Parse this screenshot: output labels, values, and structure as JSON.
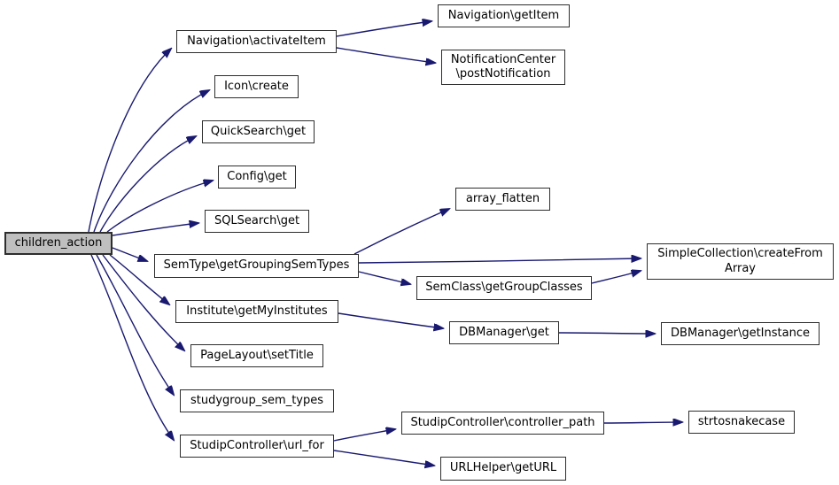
{
  "diagram": {
    "type": "call-graph",
    "background": "#ffffff",
    "edge_color": "#191970",
    "node_border_color": "#2e2e2e",
    "node_fill": "#ffffff",
    "highlight_fill": "#bfbfbf",
    "text_color": "#000000"
  },
  "nodes": [
    {
      "id": "children_action",
      "label": "children_action",
      "highlighted": true
    },
    {
      "id": "navigation_activateitem",
      "label": "Navigation\\activateItem",
      "highlighted": false
    },
    {
      "id": "navigation_getitem",
      "label": "Navigation\\getItem",
      "highlighted": false
    },
    {
      "id": "notificationcenter_postnotification",
      "label": "NotificationCenter\n\\postNotification",
      "highlighted": false
    },
    {
      "id": "icon_create",
      "label": "Icon\\create",
      "highlighted": false
    },
    {
      "id": "quicksearch_get",
      "label": "QuickSearch\\get",
      "highlighted": false
    },
    {
      "id": "config_get",
      "label": "Config\\get",
      "highlighted": false
    },
    {
      "id": "sqlsearch_get",
      "label": "SQLSearch\\get",
      "highlighted": false
    },
    {
      "id": "semtype_getgroupingsemtypes",
      "label": "SemType\\getGroupingSemTypes",
      "highlighted": false
    },
    {
      "id": "array_flatten",
      "label": "array_flatten",
      "highlighted": false
    },
    {
      "id": "simplecollection_createfromarray",
      "label": "SimpleCollection\\createFrom\nArray",
      "highlighted": false
    },
    {
      "id": "semclass_getgroupclasses",
      "label": "SemClass\\getGroupClasses",
      "highlighted": false
    },
    {
      "id": "institute_getmyinstitutes",
      "label": "Institute\\getMyInstitutes",
      "highlighted": false
    },
    {
      "id": "dbmanager_get",
      "label": "DBManager\\get",
      "highlighted": false
    },
    {
      "id": "dbmanager_getinstance",
      "label": "DBManager\\getInstance",
      "highlighted": false
    },
    {
      "id": "pagelayout_settitle",
      "label": "PageLayout\\setTitle",
      "highlighted": false
    },
    {
      "id": "studygroup_sem_types",
      "label": "studygroup_sem_types",
      "highlighted": false
    },
    {
      "id": "studipcontroller_url_for",
      "label": "StudipController\\url_for",
      "highlighted": false
    },
    {
      "id": "studipcontroller_controller_path",
      "label": "StudipController\\controller_path",
      "highlighted": false
    },
    {
      "id": "strtosnakecase",
      "label": "strtosnakecase",
      "highlighted": false
    },
    {
      "id": "urlhelper_geturl",
      "label": "URLHelper\\getURL",
      "highlighted": false
    }
  ],
  "edges": [
    {
      "from": "children_action",
      "to": "navigation_activateitem"
    },
    {
      "from": "children_action",
      "to": "icon_create"
    },
    {
      "from": "children_action",
      "to": "quicksearch_get"
    },
    {
      "from": "children_action",
      "to": "config_get"
    },
    {
      "from": "children_action",
      "to": "sqlsearch_get"
    },
    {
      "from": "children_action",
      "to": "semtype_getgroupingsemtypes"
    },
    {
      "from": "children_action",
      "to": "institute_getmyinstitutes"
    },
    {
      "from": "children_action",
      "to": "pagelayout_settitle"
    },
    {
      "from": "children_action",
      "to": "studygroup_sem_types"
    },
    {
      "from": "children_action",
      "to": "studipcontroller_url_for"
    },
    {
      "from": "navigation_activateitem",
      "to": "navigation_getitem"
    },
    {
      "from": "navigation_activateitem",
      "to": "notificationcenter_postnotification"
    },
    {
      "from": "semtype_getgroupingsemtypes",
      "to": "array_flatten"
    },
    {
      "from": "semtype_getgroupingsemtypes",
      "to": "simplecollection_createfromarray"
    },
    {
      "from": "semtype_getgroupingsemtypes",
      "to": "semclass_getgroupclasses"
    },
    {
      "from": "semclass_getgroupclasses",
      "to": "simplecollection_createfromarray"
    },
    {
      "from": "institute_getmyinstitutes",
      "to": "dbmanager_get"
    },
    {
      "from": "dbmanager_get",
      "to": "dbmanager_getinstance"
    },
    {
      "from": "studipcontroller_url_for",
      "to": "studipcontroller_controller_path"
    },
    {
      "from": "studipcontroller_url_for",
      "to": "urlhelper_geturl"
    },
    {
      "from": "studipcontroller_controller_path",
      "to": "strtosnakecase"
    }
  ]
}
